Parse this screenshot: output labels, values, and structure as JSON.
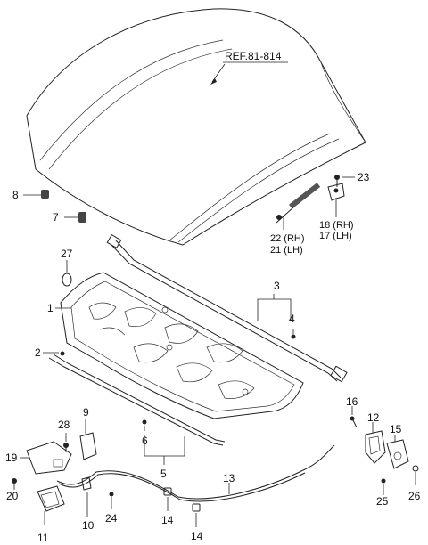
{
  "reference": "REF.81-814",
  "labels": {
    "n1": "1",
    "n2": "2",
    "n3": "3",
    "n4": "4",
    "n5": "5",
    "n6": "6",
    "n7": "7",
    "n8": "8",
    "n9": "9",
    "n10": "10",
    "n11": "11",
    "n12": "12",
    "n13": "13",
    "n14a": "14",
    "n14b": "14",
    "n15": "15",
    "n16": "16",
    "n19": "19",
    "n20": "20",
    "n23": "23",
    "n24": "24",
    "n25": "25",
    "n26": "26",
    "n27": "27",
    "n28": "28",
    "n18": "18 (RH)",
    "n17": "17 (LH)",
    "n22": "22 (RH)",
    "n21": "21 (LH)"
  }
}
